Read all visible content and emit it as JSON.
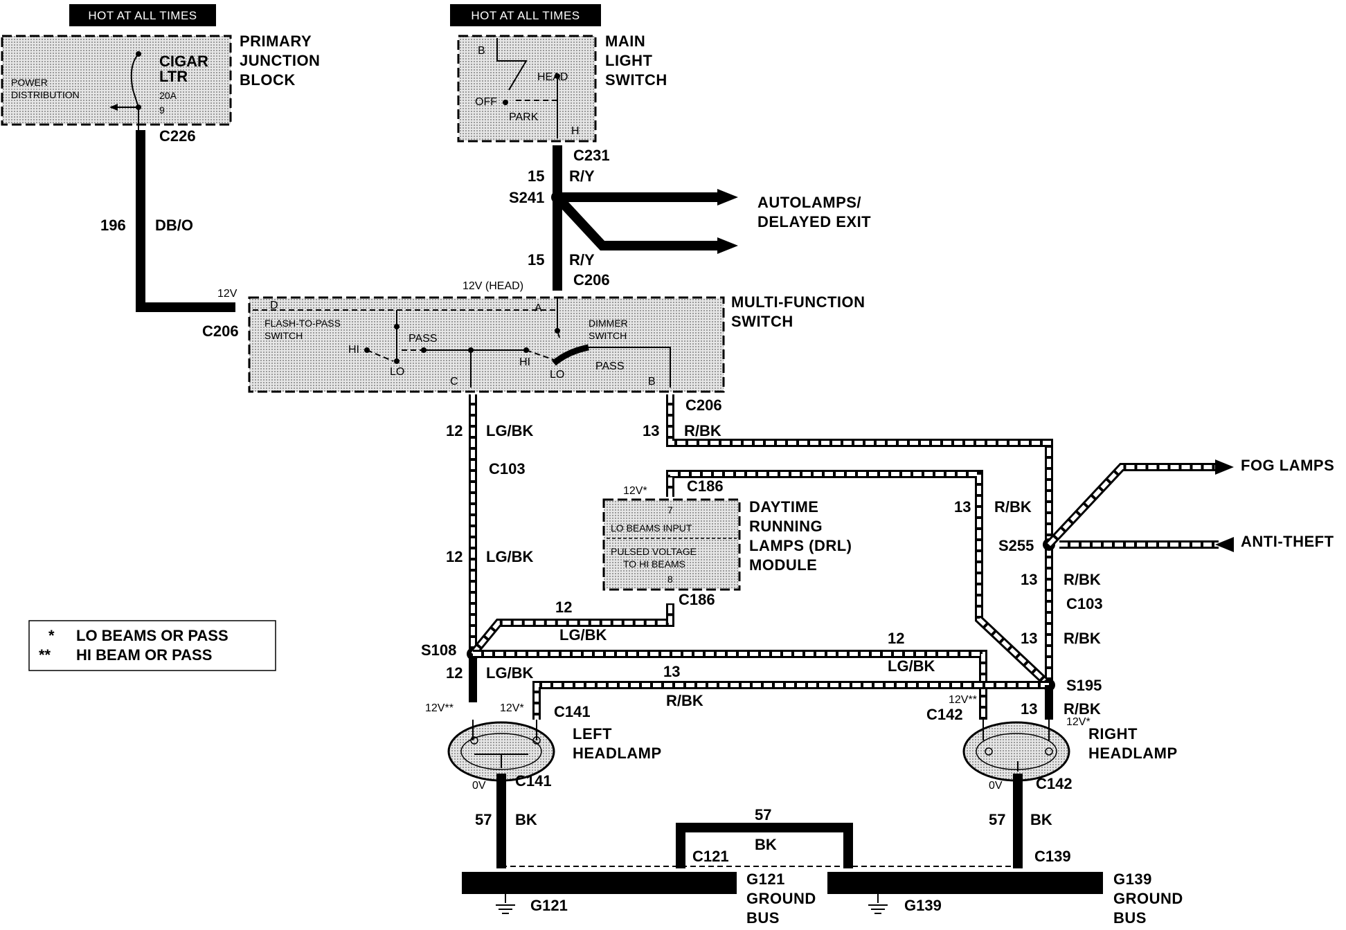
{
  "hot_labels": {
    "left": "HOT AT ALL TIMES",
    "right": "HOT AT ALL TIMES"
  },
  "primary_junction": {
    "title": [
      "PRIMARY",
      "JUNCTION",
      "BLOCK"
    ],
    "power": [
      "POWER",
      "DISTRIBUTION"
    ],
    "fuse": [
      "CIGAR",
      "LTR",
      "20A",
      "9"
    ],
    "connector": "C226"
  },
  "main_light_switch": {
    "title": [
      "MAIN",
      "LIGHT",
      "SWITCH"
    ],
    "pins": {
      "b": "B",
      "head": "HEAD",
      "off": "OFF",
      "park": "PARK",
      "h": "H"
    },
    "connector": "C231"
  },
  "wires": {
    "w196": {
      "num": "196",
      "color": "DB/O"
    },
    "w15a": {
      "num": "15",
      "color": "R/Y"
    },
    "w15b": {
      "num": "15",
      "color": "R/Y"
    },
    "w12a": {
      "num": "12",
      "color": "LG/BK"
    },
    "w12b": {
      "num": "12",
      "color": "LG/BK"
    },
    "w12c": {
      "num": "12",
      "color": "LG/BK"
    },
    "w12d": {
      "num": "12",
      "color": "LG/BK"
    },
    "w12e": {
      "num": "12"
    },
    "w13a": {
      "num": "13",
      "color": "R/BK"
    },
    "w13b": {
      "num": "13",
      "color": "R/BK"
    },
    "w13c": {
      "num": "13",
      "color": "R/BK"
    },
    "w13d": {
      "num": "13",
      "color": "R/BK"
    },
    "w13e": {
      "num": "13",
      "color": "R/BK"
    },
    "w13f": {
      "num": "13",
      "color": "R/BK"
    },
    "w57a": {
      "num": "57",
      "color": "BK"
    },
    "w57b": {
      "num": "57",
      "color": "BK"
    },
    "w57c": {
      "num": "57",
      "color": "BK"
    }
  },
  "splices": {
    "s241": "S241",
    "s255": "S255",
    "s108": "S108",
    "s195": "S195"
  },
  "connectors": {
    "c206a": "C206",
    "c206b": "C206",
    "c206c": "C206",
    "c103a": "C103",
    "c103b": "C103",
    "c186a": "C186",
    "c186b": "C186",
    "c141a": "C141",
    "c141b": "C141",
    "c142a": "C142",
    "c142b": "C142",
    "c121": "C121",
    "c139": "C139"
  },
  "voltages": {
    "v12": "12V",
    "v12head": "12V (HEAD)",
    "v12s1": "12V*",
    "v12s2": "12V**",
    "v12s3": "12V*",
    "v12s4": "12V**",
    "v12s5": "12V*",
    "v0a": "0V",
    "v0b": "0V"
  },
  "destinations": {
    "autolamps": [
      "AUTOLAMPS/",
      "DELAYED EXIT"
    ],
    "fog": "FOG LAMPS",
    "antitheft": "ANTI-THEFT"
  },
  "mfs": {
    "title": [
      "MULTI-FUNCTION",
      "SWITCH"
    ],
    "flash": [
      "FLASH-TO-PASS",
      "SWITCH"
    ],
    "dimmer": [
      "DIMMER",
      "SWITCH"
    ],
    "pins": {
      "d": "D",
      "a": "A",
      "c": "C",
      "b": "B"
    },
    "labels": {
      "hi1": "HI",
      "lo1": "LO",
      "pass1": "PASS",
      "hi2": "HI",
      "lo2": "LO",
      "pass2": "PASS"
    }
  },
  "drl": {
    "title": [
      "DAYTIME",
      "RUNNING",
      "LAMPS (DRL)",
      "MODULE"
    ],
    "pin7": "7",
    "pin8": "8",
    "input": "LO BEAMS INPUT",
    "output": [
      "PULSED VOLTAGE",
      "TO HI BEAMS"
    ]
  },
  "left_headlamp": [
    "LEFT",
    "HEADLAMP"
  ],
  "right_headlamp": [
    "RIGHT",
    "HEADLAMP"
  ],
  "legend": {
    "single": "*",
    "single_text": "LO BEAMS OR PASS",
    "double": "**",
    "double_text": "HI BEAM OR PASS"
  },
  "grounds": {
    "g121": "G121",
    "g139": "G139",
    "g121_title": [
      "G121",
      "GROUND",
      "BUS"
    ],
    "g139_title": [
      "G139",
      "GROUND",
      "BUS"
    ]
  }
}
